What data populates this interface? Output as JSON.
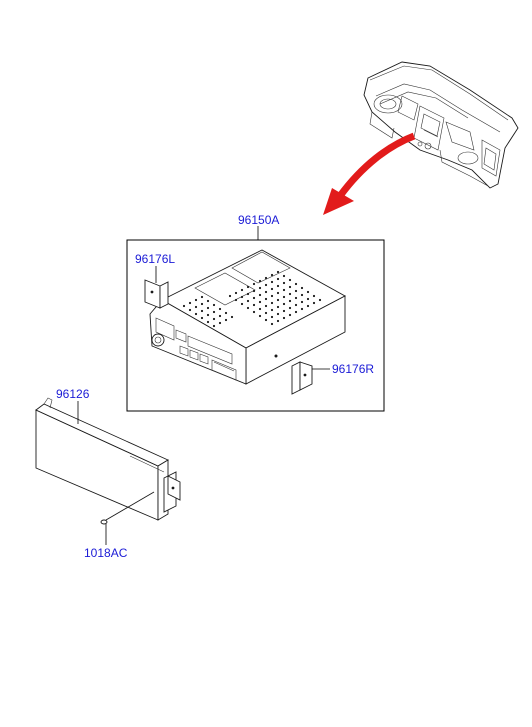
{
  "colors": {
    "label": "#1b1bd6",
    "arrow": "#e21b1b",
    "line": "#1a1a1a"
  },
  "parts": {
    "unit": "96150A",
    "bracket_left": "96176L",
    "bracket_right": "96176R",
    "cover": "96126",
    "screw": "1018AC"
  }
}
